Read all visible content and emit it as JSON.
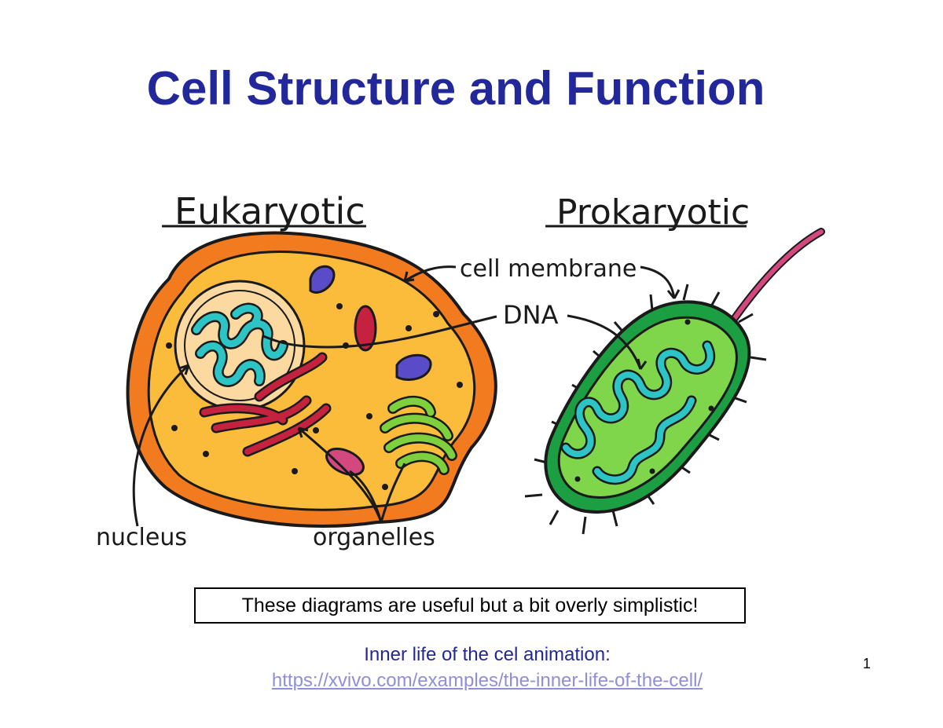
{
  "slide": {
    "title": "Cell Structure and Function",
    "page_number": "1"
  },
  "diagram": {
    "eukaryotic_heading": "Eukaryotic",
    "prokaryotic_heading": "Prokaryotic",
    "labels": {
      "cell_membrane": "cell membrane",
      "dna": "DNA",
      "nucleus": "nucleus",
      "organelles": "organelles"
    }
  },
  "note": "These diagrams are useful but a bit overly simplistic!",
  "link": {
    "caption": "Inner life of the cel animation:",
    "url": "https://xvivo.com/examples/the-inner-life-of-the-cell/"
  },
  "colors": {
    "title": "#22289a",
    "link": "#8f8fd8",
    "cell_outer": "#f27a1f",
    "cytoplasm": "#fbbc3c",
    "nucleus_fill": "#fcd9a0",
    "dna_teal": "#2cc4c4",
    "er_red": "#c4223e",
    "golgi_green": "#7ed13c",
    "vesicle_purple": "#5a4bc8",
    "bacterium_dark": "#1c9e42",
    "bacterium_light": "#7fd64a",
    "flagellum": "#d44880"
  }
}
